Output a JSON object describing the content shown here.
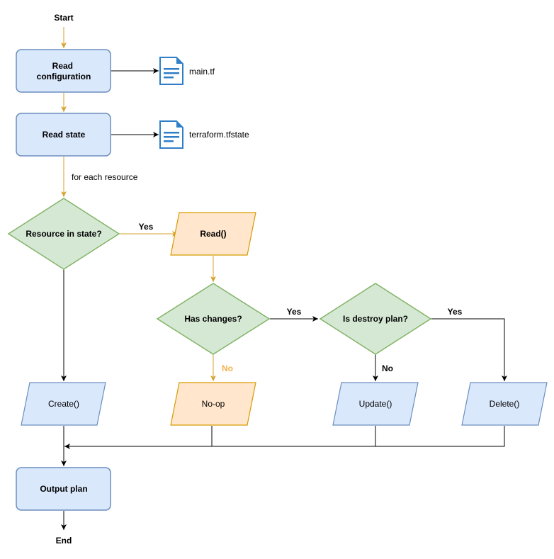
{
  "terminals": {
    "start": "Start",
    "end": "End"
  },
  "process": {
    "read_configuration": [
      "Read",
      "configuration"
    ],
    "read_state": "Read state",
    "output_plan": "Output plan"
  },
  "files": {
    "config_file": "main.tf",
    "state_file": "terraform.tfstate"
  },
  "loop_label": "for each resource",
  "decisions": {
    "resource_in_state": "Resource in state?",
    "has_changes": "Has changes?",
    "is_destroy_plan": "Is destroy plan?"
  },
  "actions": {
    "read": "Read()",
    "create": "Create()",
    "noop": "No-op",
    "update": "Update()",
    "delete": "Delete()"
  },
  "edge_labels": {
    "in_state_yes": "Yes",
    "changes_yes": "Yes",
    "changes_no": "No",
    "destroy_yes": "Yes",
    "destroy_no": "No"
  },
  "colors": {
    "blue_fill": "#dae8fc",
    "blue_stroke": "#6c8ebf",
    "green_fill": "#d5e8d4",
    "green_stroke": "#82b366",
    "orange_fill": "#ffe6cc",
    "orange_stroke": "#d79b00",
    "flow_orange": "#d6a22b",
    "no_label_orange": "#f0b24c",
    "file_icon_blue": "#2f7fc8"
  }
}
